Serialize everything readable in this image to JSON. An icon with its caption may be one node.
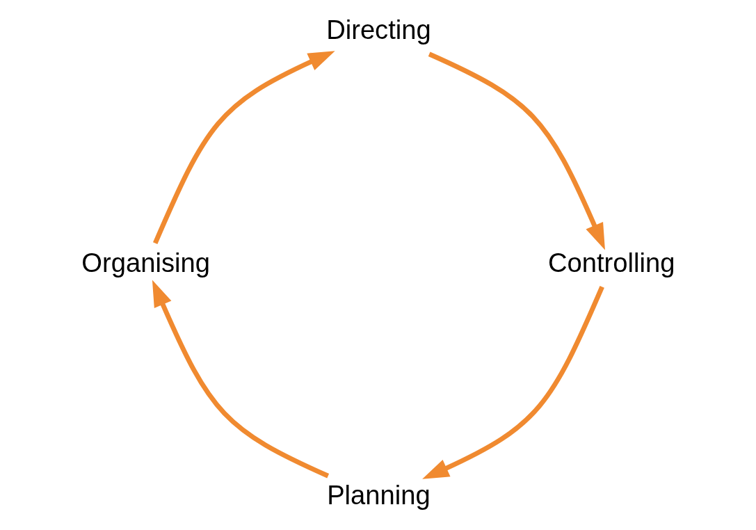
{
  "diagram": {
    "nodes": [
      {
        "text": [
          "Planning"
        ]
      },
      {
        "text": [
          "Organising"
        ]
      },
      {
        "text": [
          "Directing"
        ]
      },
      {
        "text": [
          "Controlling"
        ]
      }
    ],
    "edges": [
      {
        "from": 0,
        "to": 1,
        "arrow": "to",
        "color": "#f08a30"
      },
      {
        "from": 1,
        "to": 2,
        "arrow": "to",
        "color": "#f08a30"
      },
      {
        "from": 2,
        "to": 3,
        "arrow": "to",
        "color": "#f08a30"
      },
      {
        "from": 3,
        "to": 0,
        "arrow": "to",
        "color": "#f08a30"
      }
    ]
  }
}
